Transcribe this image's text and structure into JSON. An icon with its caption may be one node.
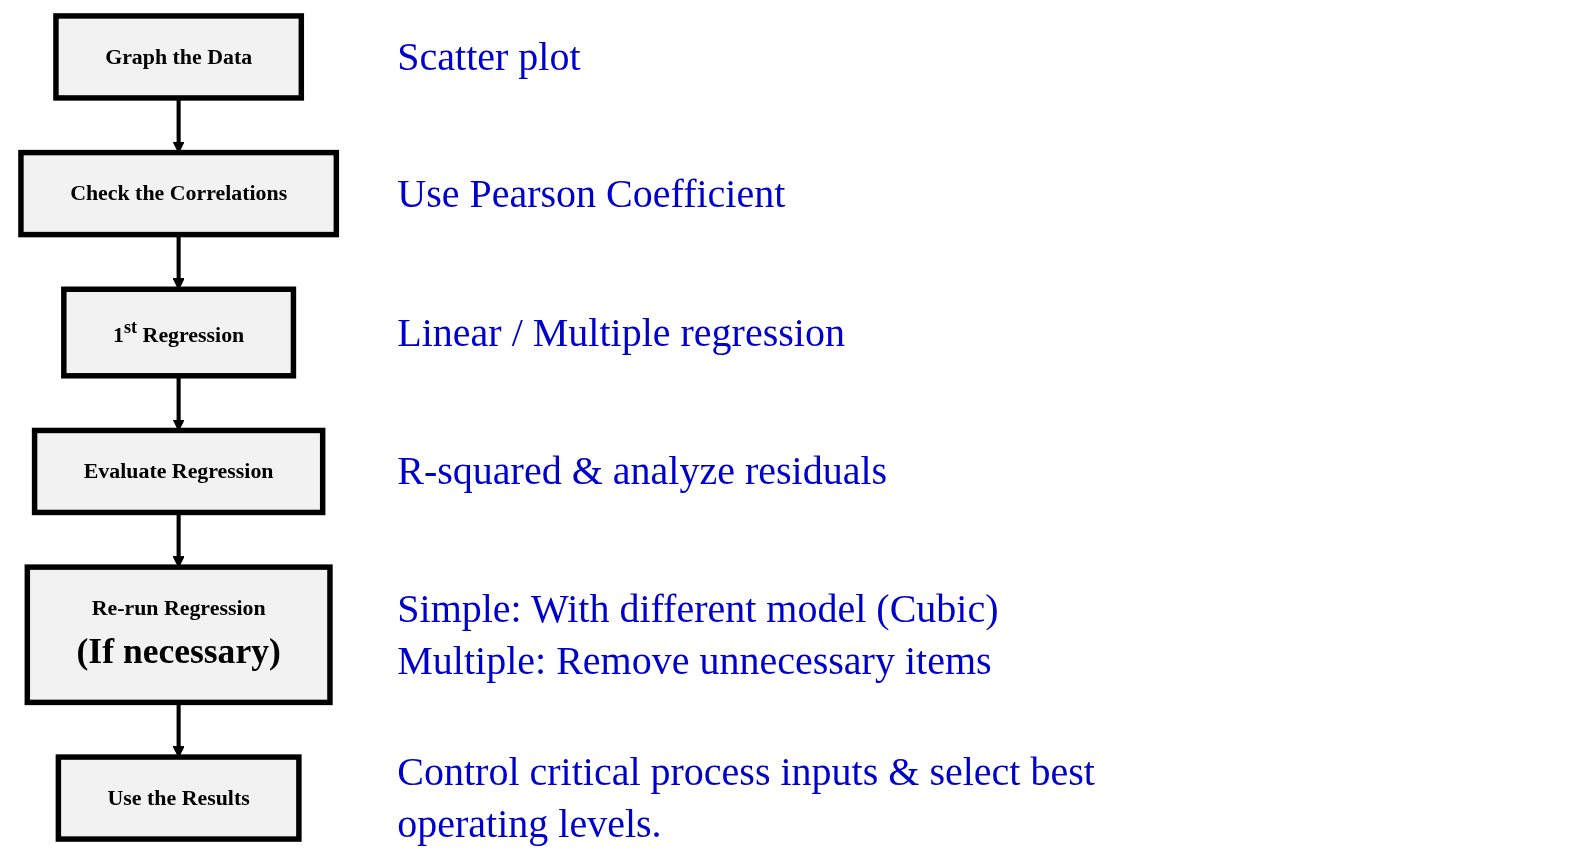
{
  "diagram": {
    "nodes": [
      {
        "text": [
          "Graph the Data"
        ],
        "beside": [
          "Scatter plot"
        ]
      },
      {
        "text": [
          "Check the Correlations"
        ],
        "beside": [
          "Use Pearson Coefficient"
        ]
      },
      {
        "text": [
          "1$^{st}$ Regression"
        ],
        "beside": [
          "Linear / Multiple regression"
        ]
      },
      {
        "text": [
          "Evaluate Regression"
        ],
        "beside": [
          "R-squared & analyze residuals"
        ]
      },
      {
        "text": [
          "Re-run Regression",
          "(If necessary)"
        ],
        "beside": [
          "Simple: With different model (Cubic)",
          "Multiple: Remove unnecessary items"
        ]
      },
      {
        "text": [
          "Use the Results"
        ],
        "beside": [
          "Control critical process inputs & select best operating levels."
        ]
      }
    ],
    "edges": [
      {
        "from": 0,
        "to": 1,
        "arrow": "to"
      },
      {
        "from": 1,
        "to": 2,
        "arrow": "to"
      },
      {
        "from": 2,
        "to": 3,
        "arrow": "to"
      },
      {
        "from": 3,
        "to": 4,
        "arrow": "to"
      },
      {
        "from": 4,
        "to": 5,
        "arrow": "to"
      }
    ]
  }
}
